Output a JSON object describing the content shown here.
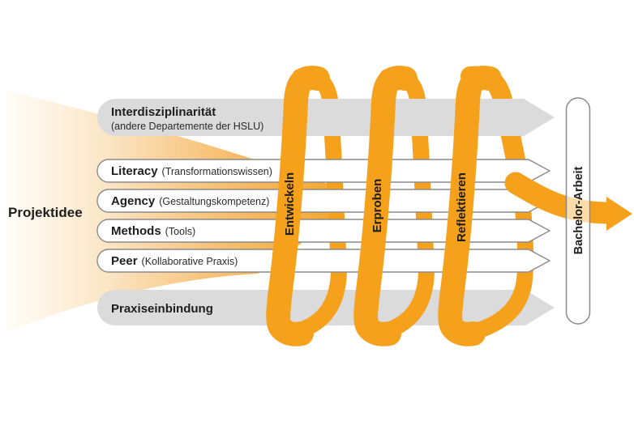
{
  "diagram": {
    "title_left": "Projektidee",
    "top_band": {
      "title": "Interdisziplinarität",
      "subtitle": "(andere Departemente der HSLU)"
    },
    "strands": [
      {
        "name": "Literacy",
        "detail": "(Transformationswissen)"
      },
      {
        "name": "Agency",
        "detail": "(Gestaltungskompetenz)"
      },
      {
        "name": "Methods",
        "detail": "(Tools)"
      },
      {
        "name": "Peer",
        "detail": "(Kollaborative Praxis)"
      }
    ],
    "bottom_band": {
      "title": "Praxiseinbindung"
    },
    "loops": [
      {
        "label": "Entwickeln"
      },
      {
        "label": "Erproben"
      },
      {
        "label": "Reflektieren"
      }
    ],
    "result": {
      "label": "Bachelor-Arbeit"
    },
    "colors": {
      "orange": "#F5A11C",
      "band_gray": "#DBDBDB",
      "outline_gray": "#8A8A8A",
      "text": "#1E1E1E"
    }
  }
}
